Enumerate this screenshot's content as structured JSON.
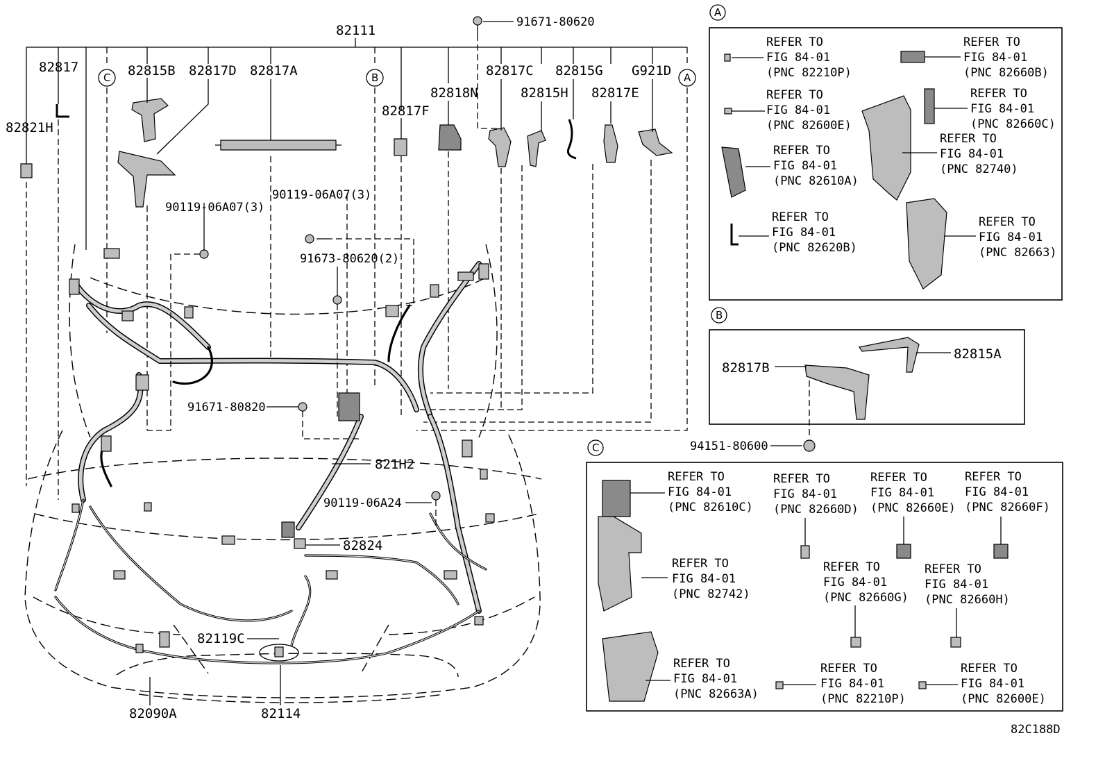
{
  "diagram_code": "82C188D",
  "main_labels": {
    "p82111": "82111",
    "p82817": "82817",
    "p82821H": "82821H",
    "p82815B": "82815B",
    "p82817D": "82817D",
    "p82817A": "82817A",
    "p82817F": "82817F",
    "p82818N": "82818N",
    "p82817C": "82817C",
    "p82815H": "82815H",
    "p82815G": "82815G",
    "p82817E": "82817E",
    "pG921D": "G921D",
    "p91671_80620": "91671-80620",
    "p90119_06A07_left": "90119-06A07(3)",
    "p90119_06A07_right": "90119-06A07(3)",
    "p91673_80620": "91673-80620(2)",
    "p91671_80820": "91671-80820",
    "p821H2": "821H2",
    "p90119_06A24": "90119-06A24",
    "p82824": "82824",
    "p82119C": "82119C",
    "p82090A": "82090A",
    "p82114": "82114"
  },
  "callouts": {
    "a": "A",
    "b": "B",
    "c": "C"
  },
  "refer_prefix": {
    "line1": "REFER TO",
    "line2": "FIG 84-01"
  },
  "box_a": {
    "items": [
      {
        "pnc": "(PNC 82210P)"
      },
      {
        "pnc": "(PNC 82660B)"
      },
      {
        "pnc": "(PNC 82600E)"
      },
      {
        "pnc": "(PNC 82660C)"
      },
      {
        "pnc": "(PNC 82740)"
      },
      {
        "pnc": "(PNC 82610A)"
      },
      {
        "pnc": "(PNC 82620B)"
      },
      {
        "pnc": "(PNC 82663)"
      }
    ]
  },
  "box_b": {
    "p82817B": "82817B",
    "p82815A": "82815A",
    "p94151_80600": "94151-80600"
  },
  "box_c": {
    "items": [
      {
        "pnc": "(PNC 82610C)"
      },
      {
        "pnc": "(PNC 82660D)"
      },
      {
        "pnc": "(PNC 82660E)"
      },
      {
        "pnc": "(PNC 82660F)"
      },
      {
        "pnc": "(PNC 82742)"
      },
      {
        "pnc": "(PNC 82660G)"
      },
      {
        "pnc": "(PNC 82660H)"
      },
      {
        "pnc": "(PNC 82663A)"
      },
      {
        "pnc": "(PNC 82210P)"
      },
      {
        "pnc": "(PNC 82600E)"
      }
    ]
  }
}
